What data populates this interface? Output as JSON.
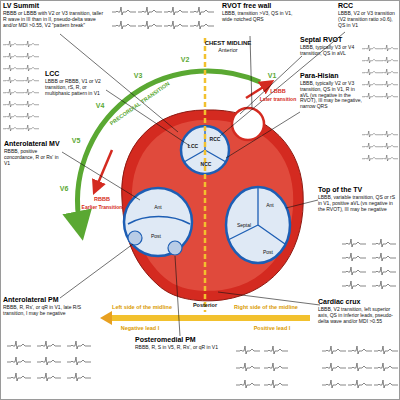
{
  "diagram": {
    "nodes": [
      {
        "text": [
          "LV Summit",
          "RBBB or LBBB with V2 or V3 transition, taller R wave in III than in II, pseudo-delta wave and/or MDI >0.55, V2 \"pattern break\""
        ]
      },
      {
        "text": [
          "RVOT free wall",
          "LBBB, transition >V3, QS in V1, wide notched QRS"
        ]
      },
      {
        "text": [
          "Septal RVOT",
          "LBBB, typically V3 or V4 transition, QS in aVL"
        ]
      },
      {
        "text": [
          "RCC",
          "LBBB, V2 or V3 transition (V2 transition ratio ≥0.6), QS in V1"
        ]
      },
      {
        "text": [
          "LCC",
          "LBBB or RBBB, V1 or V2 transition, rS, R, or multiphasic pattern in V1"
        ]
      },
      {
        "text": [
          "Para-Hisian",
          "LBBB, typically V2 or V3 transition, QS in V1, R in aVL (vs negative in the RVOT), III may be negative, narrow QRS"
        ]
      },
      {
        "text": [
          "Anterolateral MV",
          "RBBB, positive concordance, R or Rs' in V1"
        ]
      },
      {
        "text": [
          "Top of the TV",
          "LBBB, variable transition, QS or rS in V1, positive aVL (vs negative in the RVOT), III may be negative"
        ]
      },
      {
        "text": [
          "Anterolateral PM",
          "RBBB, R, Rs', or qR in V1, late R/S transition, I may be negative"
        ]
      },
      {
        "text": [
          "Posteromedial PM",
          "RBBB, R, S in V5, R, Rs', or qR in V1"
        ]
      },
      {
        "text": [
          "Cardiac crux",
          "LBBB, V2 transition, left superior axis, QS in inferior leads, pseudo-delta wave and/or MDI >0.55"
        ]
      }
    ],
    "labels": [
      "PRECORDIAL TRANSITION",
      "CHEST MIDLINE",
      "Anterior",
      "V1",
      "V2",
      "V3",
      "V4",
      "V5",
      "V6",
      "RBBB",
      "Earlier Transition",
      "LBBB",
      "Later transition",
      "Left side of the midline",
      "Right side of the midline",
      "Posterior",
      "Negative lead I",
      "Positive lead I",
      "LCC",
      "RCC",
      "NCC",
      "Ant",
      "Post",
      "Ant",
      "Septal",
      "Post"
    ]
  }
}
